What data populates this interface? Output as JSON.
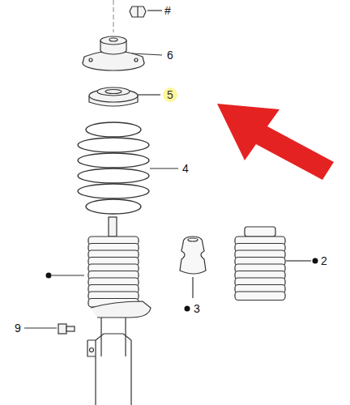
{
  "diagram": {
    "labels": [
      "#",
      "6",
      "5",
      "4",
      "2",
      "3",
      "9"
    ]
  }
}
